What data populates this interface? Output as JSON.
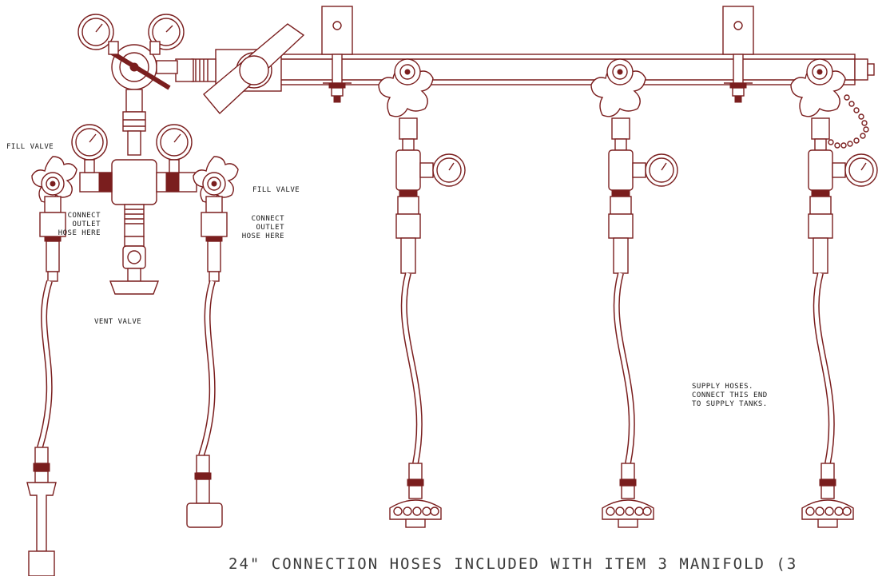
{
  "labels": {
    "fill_valve_left": "FILL VALVE",
    "fill_valve_right": "FILL VALVE",
    "connect_left": [
      "CONNECT",
      "OUTLET",
      "HOSE HERE"
    ],
    "connect_right": [
      "CONNECT",
      "OUTLET",
      "HOSE HERE"
    ],
    "vent_valve": "VENT VALVE",
    "supply_note": [
      "SUPPLY HOSES.",
      "CONNECT THIS END",
      "TO SUPPLY TANKS."
    ],
    "footer": "24\" CONNECTION HOSES INCLUDED WITH ITEM 3 MANIFOLD (3"
  },
  "colors": {
    "line": "#7a1e1e",
    "text": "#1a1a1a",
    "background": "#ffffff"
  }
}
